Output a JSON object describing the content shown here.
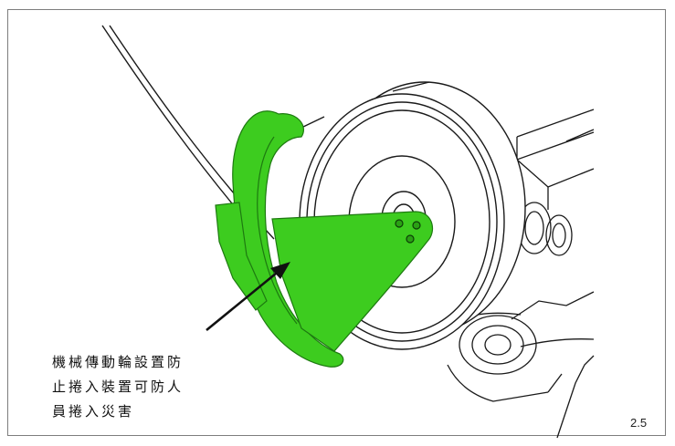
{
  "figure": {
    "caption_lines": [
      "機械傳動輪設置防",
      "止捲入裝置可防人",
      "員捲入災害"
    ],
    "figure_number": "2.5"
  },
  "colors": {
    "guard": "#3dcc1f",
    "guard_outline": "#1d7a10",
    "line_art": "#1a1a1a",
    "frame_border": "#7d7d7d"
  },
  "illustration": {
    "subject": "belt-drive-pulley-with-guard",
    "parts": [
      "drive-belt",
      "flywheel-pulley",
      "green-nip-point-guard",
      "pointer-arrow",
      "machine-housing"
    ]
  }
}
